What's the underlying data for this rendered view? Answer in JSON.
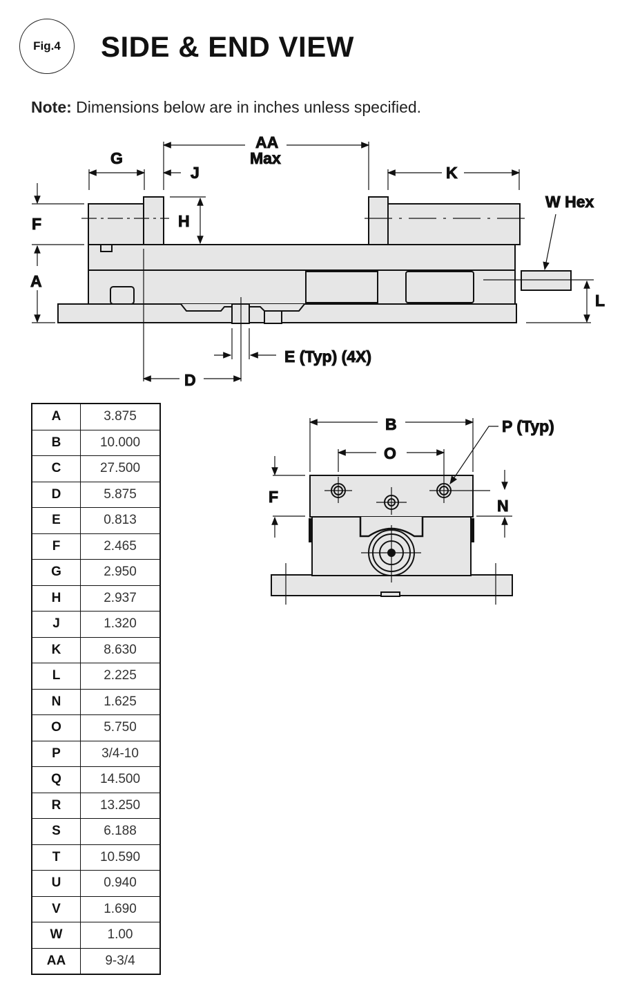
{
  "figure_label": "Fig.4",
  "title": "SIDE & END VIEW",
  "note": {
    "label": "Note:",
    "text": "Dimensions below are in inches unless specified."
  },
  "side_view_labels": {
    "G": "G",
    "AA": "AA",
    "AA_sub": "Max",
    "J": "J",
    "K": "K",
    "W": "W Hex",
    "F": "F",
    "H": "H",
    "A": "A",
    "L": "L",
    "E": "E (Typ) (4X)",
    "D": "D"
  },
  "end_view_labels": {
    "B": "B",
    "P": "P (Typ)",
    "O": "O",
    "F": "F",
    "N": "N"
  },
  "colors": {
    "part_fill": "#e6e6e6",
    "line": "#111111"
  },
  "dimensions": [
    {
      "key": "A",
      "value": "3.875"
    },
    {
      "key": "B",
      "value": "10.000"
    },
    {
      "key": "C",
      "value": "27.500"
    },
    {
      "key": "D",
      "value": "5.875"
    },
    {
      "key": "E",
      "value": "0.813"
    },
    {
      "key": "F",
      "value": "2.465"
    },
    {
      "key": "G",
      "value": "2.950"
    },
    {
      "key": "H",
      "value": "2.937"
    },
    {
      "key": "J",
      "value": "1.320"
    },
    {
      "key": "K",
      "value": "8.630"
    },
    {
      "key": "L",
      "value": "2.225"
    },
    {
      "key": "N",
      "value": "1.625"
    },
    {
      "key": "O",
      "value": "5.750"
    },
    {
      "key": "P",
      "value": "3/4-10"
    },
    {
      "key": "Q",
      "value": "14.500"
    },
    {
      "key": "R",
      "value": "13.250"
    },
    {
      "key": "S",
      "value": "6.188"
    },
    {
      "key": "T",
      "value": "10.590"
    },
    {
      "key": "U",
      "value": "0.940"
    },
    {
      "key": "V",
      "value": "1.690"
    },
    {
      "key": "W",
      "value": "1.00"
    },
    {
      "key": "AA",
      "value": "9-3/4"
    }
  ]
}
